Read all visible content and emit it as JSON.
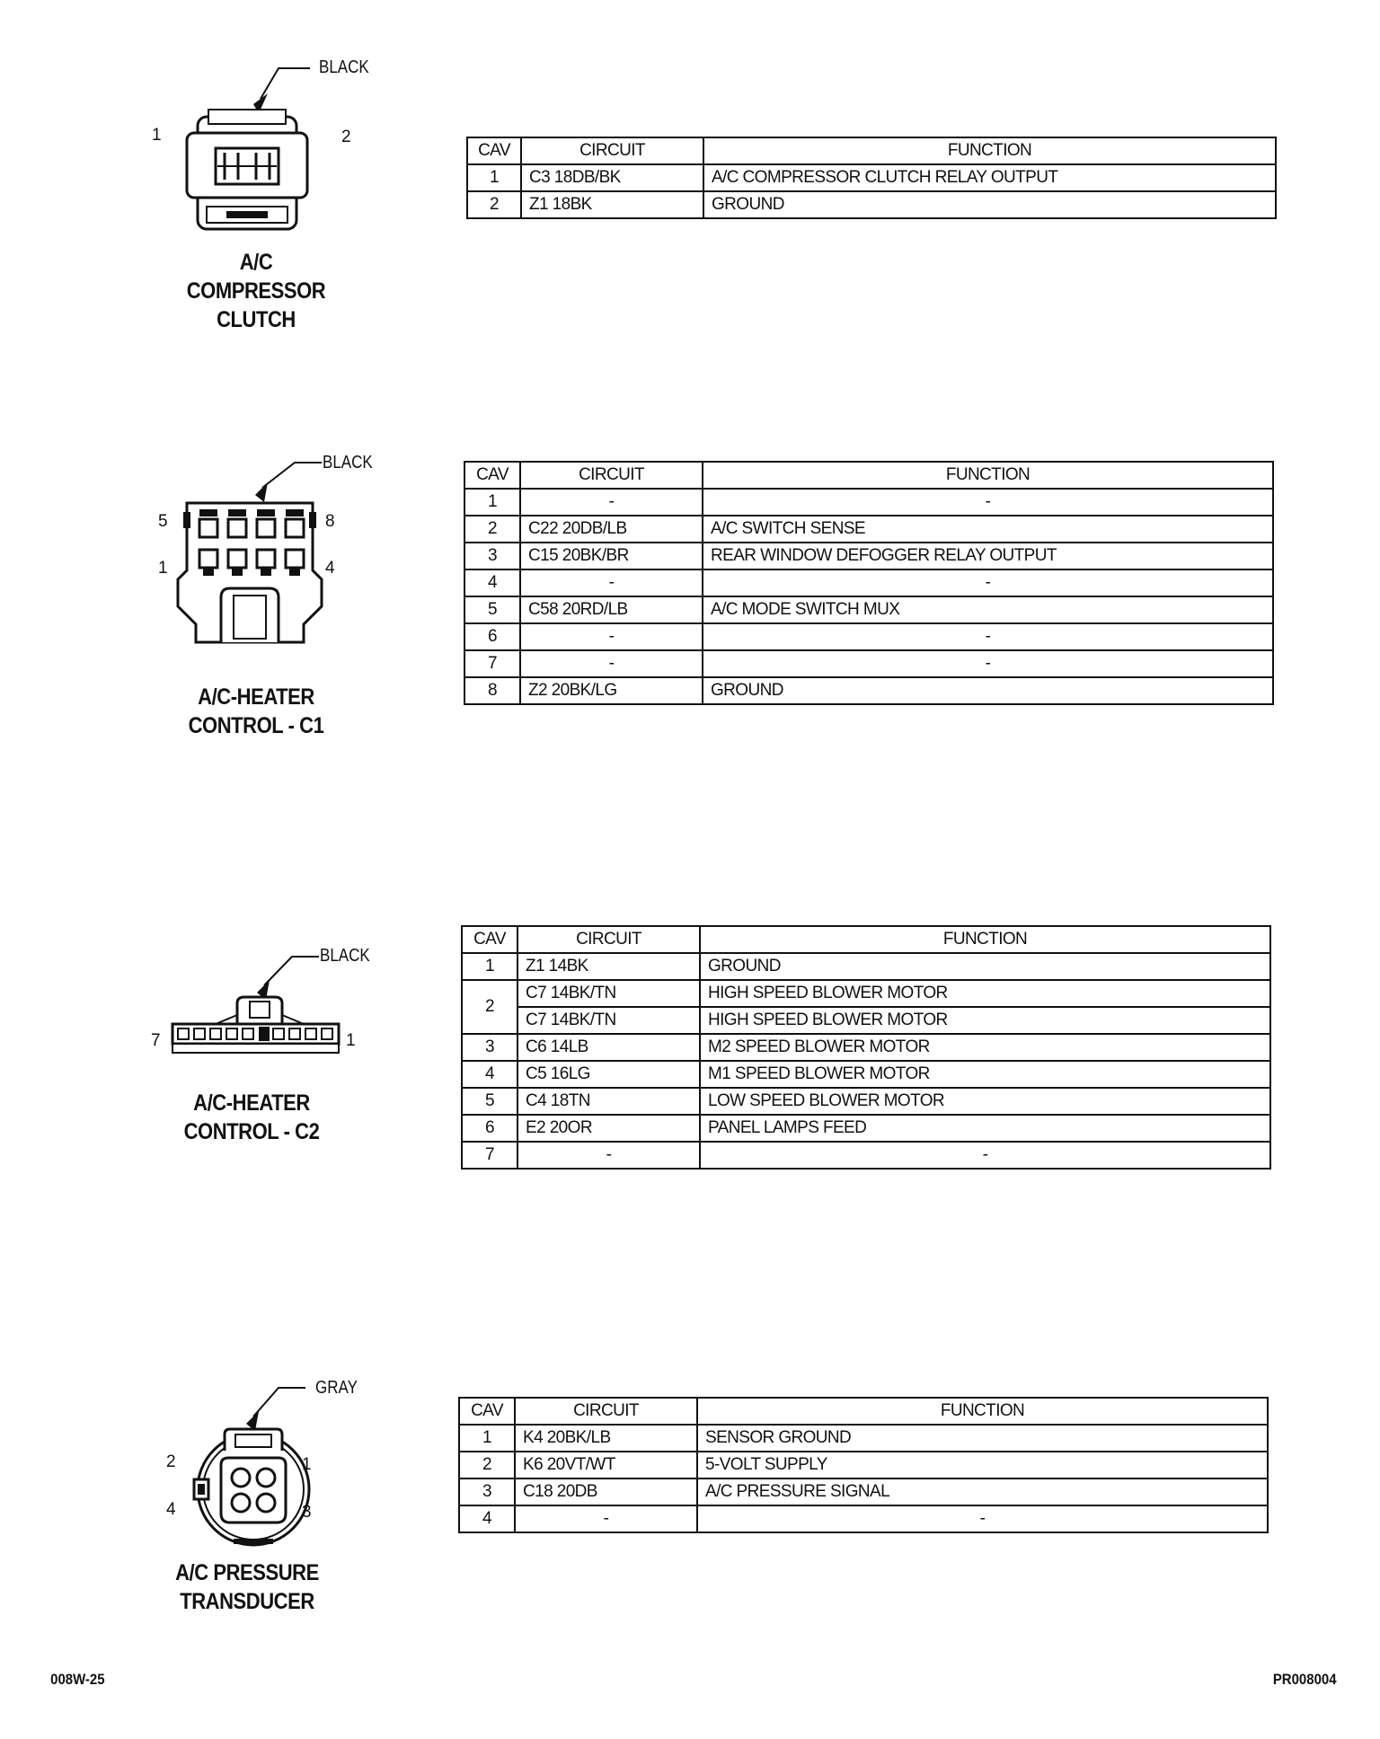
{
  "connectors": [
    {
      "id": "ac-compressor-clutch",
      "title_lines": [
        "A/C",
        "COMPRESSOR",
        "CLUTCH"
      ],
      "color": "BLACK",
      "pin_labels": [
        "1",
        "2"
      ],
      "headers": [
        "CAV",
        "CIRCUIT",
        "FUNCTION"
      ],
      "rows": [
        {
          "cav": "1",
          "circuit": "C3 18DB/BK",
          "function": "A/C COMPRESSOR CLUTCH RELAY OUTPUT"
        },
        {
          "cav": "2",
          "circuit": "Z1 18BK",
          "function": "GROUND"
        }
      ]
    },
    {
      "id": "ac-heater-control-c1",
      "title_lines": [
        "A/C-HEATER",
        "CONTROL - C1"
      ],
      "color": "BLACK",
      "pin_labels": [
        "5",
        "8",
        "1",
        "4"
      ],
      "headers": [
        "CAV",
        "CIRCUIT",
        "FUNCTION"
      ],
      "rows": [
        {
          "cav": "1",
          "circuit": "-",
          "function": "-"
        },
        {
          "cav": "2",
          "circuit": "C22 20DB/LB",
          "function": "A/C SWITCH SENSE"
        },
        {
          "cav": "3",
          "circuit": "C15 20BK/BR",
          "function": "REAR WINDOW DEFOGGER RELAY OUTPUT"
        },
        {
          "cav": "4",
          "circuit": "-",
          "function": "-"
        },
        {
          "cav": "5",
          "circuit": "C58 20RD/LB",
          "function": "A/C MODE SWITCH MUX"
        },
        {
          "cav": "6",
          "circuit": "-",
          "function": "-"
        },
        {
          "cav": "7",
          "circuit": "-",
          "function": "-"
        },
        {
          "cav": "8",
          "circuit": "Z2 20BK/LG",
          "function": "GROUND"
        }
      ]
    },
    {
      "id": "ac-heater-control-c2",
      "title_lines": [
        "A/C-HEATER",
        "CONTROL - C2"
      ],
      "color": "BLACK",
      "pin_labels": [
        "7",
        "1"
      ],
      "headers": [
        "CAV",
        "CIRCUIT",
        "FUNCTION"
      ],
      "rows": [
        {
          "cav": "1",
          "circuit": "Z1 14BK",
          "function": "GROUND"
        },
        {
          "cav": "2",
          "circuit": "C7 14BK/TN",
          "function": "HIGH SPEED BLOWER MOTOR"
        },
        {
          "cav": "",
          "circuit": "C7 14BK/TN",
          "function": "HIGH SPEED BLOWER MOTOR"
        },
        {
          "cav": "3",
          "circuit": "C6 14LB",
          "function": "M2 SPEED BLOWER MOTOR"
        },
        {
          "cav": "4",
          "circuit": "C5 16LG",
          "function": "M1 SPEED BLOWER MOTOR"
        },
        {
          "cav": "5",
          "circuit": "C4 18TN",
          "function": "LOW SPEED BLOWER MOTOR"
        },
        {
          "cav": "6",
          "circuit": "E2 20OR",
          "function": "PANEL LAMPS FEED"
        },
        {
          "cav": "7",
          "circuit": "-",
          "function": "-"
        }
      ]
    },
    {
      "id": "ac-pressure-transducer",
      "title_lines": [
        "A/C PRESSURE",
        "TRANSDUCER"
      ],
      "color": "GRAY",
      "pin_labels": [
        "2",
        "1",
        "4",
        "3"
      ],
      "headers": [
        "CAV",
        "CIRCUIT",
        "FUNCTION"
      ],
      "rows": [
        {
          "cav": "1",
          "circuit": "K4 20BK/LB",
          "function": "SENSOR GROUND"
        },
        {
          "cav": "2",
          "circuit": "K6 20VT/WT",
          "function": "5-VOLT SUPPLY"
        },
        {
          "cav": "3",
          "circuit": "C18 20DB",
          "function": "A/C PRESSURE SIGNAL"
        },
        {
          "cav": "4",
          "circuit": "-",
          "function": "-"
        }
      ]
    }
  ],
  "footer": {
    "left": "008W-25",
    "right": "PR008004"
  }
}
